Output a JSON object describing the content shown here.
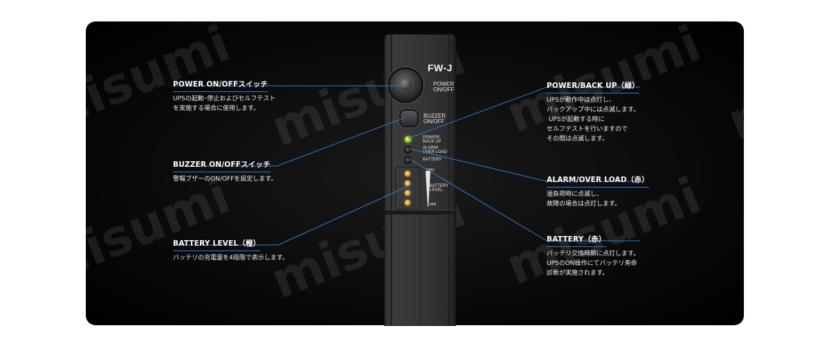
{
  "device": {
    "model": "FW-J",
    "power_label": "POWER\nON/OFF",
    "buzzer_label": "BUZZER\nON/OFF",
    "led_power_label": "POWER/\nBACK UP",
    "led_alarm_label": "ALARM/\nOVER LOAD",
    "led_battery_label": "BATTERY",
    "level_max": "MAX",
    "level_label": "BATTERY\nLEVEL",
    "level_min": "MIN"
  },
  "callouts": {
    "power_switch": {
      "title": "POWER ON/OFFスイッチ",
      "body": "UPSの起動･停止およびセルフテスト\nを実施する場合に使用します。"
    },
    "buzzer_switch": {
      "title": "BUZZER ON/OFFスイッチ",
      "body": "警報ブザーのON/OFFを設定します。"
    },
    "battery_level": {
      "title": "BATTERY LEVEL（橙）",
      "body": "バッテリの充電量を4段階で表示します。"
    },
    "power_backup": {
      "title": "POWER/BACK UP（緑）",
      "body": "UPSが動作中は点灯し、\nバックアップ中には点滅します。\n UPSが起動する時に\nセルフテストを行いますので\nその間は点滅します。"
    },
    "alarm_overload": {
      "title": "ALARM/OVER LOAD（赤）",
      "body": "過負荷時に点滅し、\n故障の場合は点灯します。"
    },
    "battery": {
      "title": "BATTERY（赤）",
      "body": "バッテリ交換時期に点灯します。\nUPSのON操作にてバッテリ寿命\n診断が実施されます。"
    }
  },
  "watermark": "misumi",
  "colors": {
    "leader_line": "#2f7fd6",
    "led_green": "#a6d62a",
    "led_orange": "#e5a32a"
  }
}
